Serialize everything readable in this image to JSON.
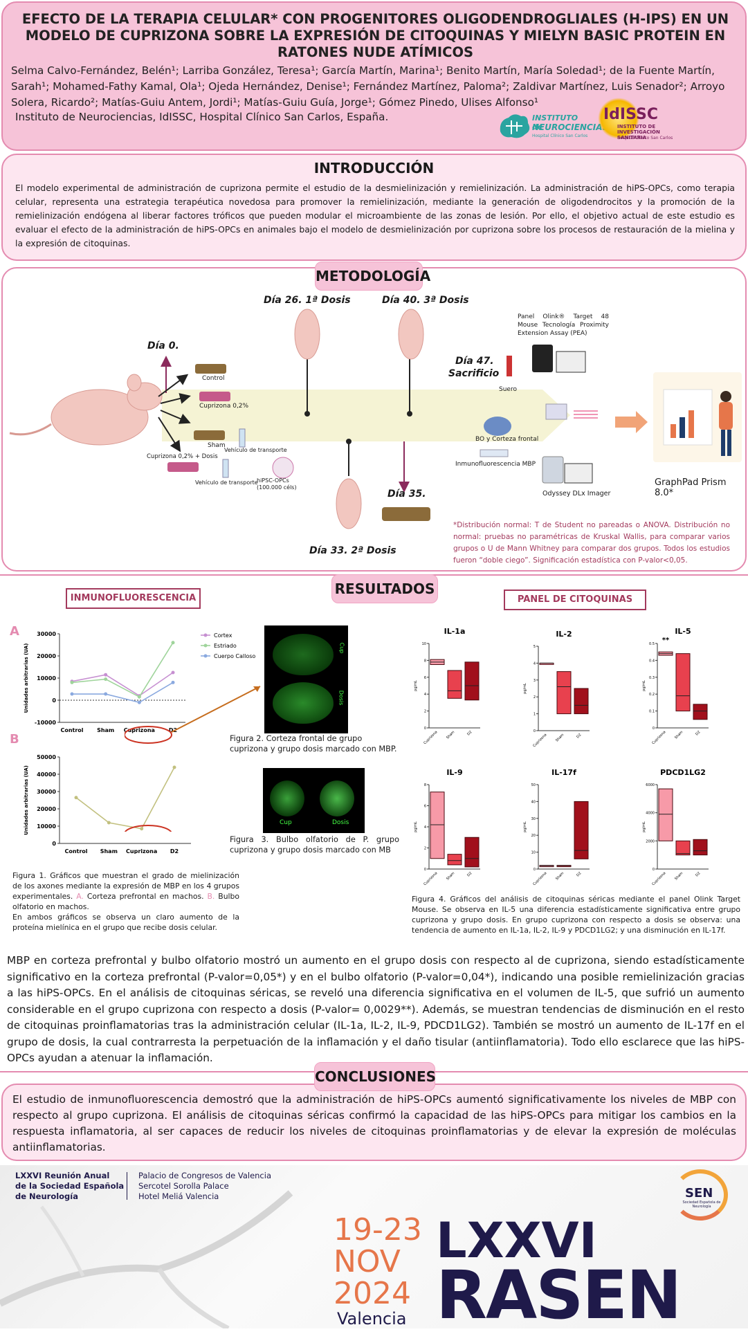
{
  "header": {
    "title": "EFECTO DE LA TERAPIA CELULAR* CON PROGENITORES OLIGODENDROGLIALES (H-IPS) EN UN MODELO DE CUPRIZONA SOBRE LA EXPRESIÓN DE CITOQUINAS Y MIELYN BASIC PROTEIN EN RATONES NUDE ATÍMICOS",
    "authors": "Selma Calvo-Fernández, Belén¹; Larriba González, Teresa¹; García Martín, Marina¹; Benito Martín, María Soledad¹; de la Fuente Martín, Sarah¹; Mohamed-Fathy Kamal, Ola¹; Ojeda Hernández, Denise¹; Fernández Martínez, Paloma²; Zaldivar Martínez, Luis Senador²; Arroyo Solera, Ricardo²; Matías-Guiu Antem, Jordi¹; Matías-Guiu Guía, Jorge¹; Gómez Pinedo, Ulises Alfonso¹",
    "affiliation": "Instituto de Neurociencias, IdISSC, Hospital Clínico San Carlos, España.",
    "logo1_line1": "INSTITUTO de",
    "logo1_line2": "NEUROCIENCIAS",
    "logo1_line3": "Hospital Clínico San Carlos",
    "logo2_main": "IdISSC",
    "logo2_line1": "INSTITUTO DE",
    "logo2_line2": "INVESTIGACIÓN SANITARIA",
    "logo2_line3": "Hospital Clínico San Carlos"
  },
  "intro": {
    "title": "INTRODUCCIÓN",
    "text": "El modelo experimental de administración de cuprizona permite el estudio de la desmielinización y remielinización. La administración de hiPS-OPCs, como terapia celular, representa una estrategia terapéutica novedosa para promover la remielinización, mediante la generación de oligodendrocitos y la promoción de la remielinización endógena al liberar factores tróficos que pueden modular el microambiente de las zonas de lesión. Por ello, el objetivo actual de este estudio es evaluar el efecto de la administración de hiPS-OPCs en animales bajo el modelo de desmielinización por cuprizona sobre los procesos de restauración de la mielina y la expresión de citoquinas."
  },
  "metodologia": {
    "title": "METODOLOGÍA",
    "dia0": "Día 0.",
    "dia26": "Día 26. 1ª Dosis",
    "dia40": "Día 40. 3ª Dosis",
    "dia47": "Día 47.",
    "sacrificio": "Sacrificio",
    "dia35": "Día 35.",
    "dia33": "Día 33. 2ª Dosis",
    "control": "Control",
    "cuprizona": "Cuprizona 0,2%",
    "sham": "Sham",
    "vehiculo": "Vehículo de transporte",
    "cup_dosis": "Cuprizona 0,2% + Dosis",
    "vehiculo2": "Vehículo de transporte",
    "hipsc": "hiPSC-OPCs",
    "hipsc_cells": "(100.000 céls)",
    "suero": "Suero",
    "panel": "Panel Olink® Target 48 Mouse Tecnología Proximity Extension Assay (PEA)",
    "bo": "BO y Corteza frontal",
    "inmuno": "Inmunofluorescencia MBP",
    "odyssey": "Odyssey DLx Imager",
    "graphpad": "GraphPad Prism 8.0*",
    "stats_note": "*Distribución normal: T de Student no pareadas o ANOVA. Distribución no normal: pruebas no paramétricas de Kruskal Wallis, para comparar varios grupos o U de Mann Whitney para comparar dos grupos. Todos los estudios fueron “doble ciego”. Significación estadística con P-valor<0,05."
  },
  "resultados": {
    "title": "RESULTADOS",
    "inmuno_title": "INMUNOFLUORESCENCIA",
    "panel_title": "PANEL DE CITOQUINAS",
    "label_a": "A",
    "label_b": "B",
    "fig2_caption": "Figura 2. Corteza frontal de grupo cuprizona y grupo dosis marcado con MBP.",
    "fig3_caption": "Figura 3. Bulbo olfatorio de P. grupo cuprizona y grupo dosis marcado con MB",
    "img_cup": "Cup",
    "img_dosis": "Dosis",
    "fig1_caption_1": "Figura 1. Gráficos que muestran el grado de mielinización de los axones mediante la expresión de MBP en los 4 grupos experimentales.",
    "fig1_caption_a": "A.",
    "fig1_caption_2": "Corteza prefrontal en machos.",
    "fig1_caption_b": "B.",
    "fig1_caption_3": "Bulbo olfatorio en machos.",
    "fig1_caption_4": "En ambos gráficos se observa un claro aumento de la proteína mielínica en el grupo que recibe dosis celular.",
    "fig4_caption": "Figura 4. Gráficos del análisis de citoquinas séricas mediante el panel Olink Target Mouse. Se observa en IL-5 una diferencia estadísticamente significativa entre grupo cuprizona y grupo dosis. En grupo cuprizona con respecto a dosis se observa: una tendencia de aumento en IL-1a, IL-2, IL-9 y PDCD1LG2; y una disminución en IL-17f.",
    "summary": "MBP en corteza prefrontal y bulbo olfatorio mostró un aumento en el grupo dosis con respecto al de cuprizona, siendo estadísticamente significativo en la corteza prefrontal (P-valor=0,05*) y en el bulbo olfatorio (P-valor=0,04*), indicando una posible remielinización gracias a las hiPS-OPCs. En el análisis de citoquinas séricas, se reveló una diferencia significativa en el volumen de IL-5, que sufrió un aumento considerable en el grupo cuprizona con respecto a dosis (P-valor= 0,0029**). Además, se muestran tendencias de disminución en el resto de citoquinas proinflamatorias tras la administración celular (IL-1a, IL-2, IL-9, PDCD1LG2). También se mostró un aumento de IL-17f en el grupo de dosis, la cual contrarresta la perpetuación de la inflamación y el daño tisular (antiinflamatoria). Todo ello esclarece que las hiPS-OPCs ayudan a atenuar la inflamación."
  },
  "conclusiones": {
    "title": "CONCLUSIONES",
    "text": "El estudio de inmunofluorescencia demostró que la administración de hiPS-OPCs aumentó significativamente los niveles de MBP con respecto al grupo cuprizona. El análisis de citoquinas séricas confirmó la capacidad de las hiPS-OPCs para mitigar los cambios en la respuesta inflamatoria, al ser capaces de reducir los niveles de citoquinas proinflamatorias y de elevar la expresión de moléculas antiinflamatorias."
  },
  "footer": {
    "meeting_1": "LXXVI Reunión Anual",
    "meeting_2": "de la Sociedad Española",
    "meeting_3": "de Neurología",
    "venue_1": "Palacio de Congresos de Valencia",
    "venue_2": "Sercotel Sorolla Palace",
    "venue_3": "Hotel Meliá Valencia",
    "dates": "19-23",
    "month": "NOV",
    "year": "2024",
    "city": "Valencia",
    "roman": "LXXVI",
    "rasen": "RASEN",
    "sen": "SEN",
    "sen_sub": "Sociedad Española de Neurología"
  },
  "colors": {
    "pink_bg": "#f6c3d8",
    "pink_light": "#fde6f0",
    "pink_border": "#e48bb0",
    "accent_red": "#a33a5d",
    "orange": "#e6764a",
    "navy": "#1f1a4a"
  },
  "chart_data": [
    {
      "type": "line",
      "id": "fig1a",
      "categories": [
        "Control",
        "Sham",
        "Cuprizona",
        "D2"
      ],
      "ylabel": "Unidades arbitrarias (UA)",
      "ylim": [
        -10000,
        30000
      ],
      "yticks": [
        -10000,
        0,
        10000,
        20000,
        30000
      ],
      "series": [
        {
          "name": "Cortex",
          "color": "#c68fd1",
          "values": [
            8500,
            11500,
            2000,
            12500
          ]
        },
        {
          "name": "Estriado",
          "color": "#9fd49b",
          "values": [
            8000,
            9500,
            1500,
            26000
          ]
        },
        {
          "name": "Cuerpo Calloso",
          "color": "#8aa9df",
          "values": [
            2800,
            2800,
            -1000,
            8000
          ]
        }
      ]
    },
    {
      "type": "line",
      "id": "fig1b",
      "categories": [
        "Control",
        "Sham",
        "Cuprizona",
        "D2"
      ],
      "ylabel": "Unidades arbitrarias (UA)",
      "ylim": [
        0,
        50000
      ],
      "yticks": [
        0,
        10000,
        20000,
        30000,
        40000,
        50000
      ],
      "series": [
        {
          "color": "#c2c07f",
          "values": [
            26500,
            12000,
            8500,
            44000
          ]
        }
      ]
    },
    {
      "type": "floating-bar",
      "title": "IL-1a",
      "ylabel": "pg/mL",
      "categories": [
        "Cuprizona",
        "Sham",
        "D2"
      ],
      "ylim": [
        0,
        10
      ],
      "yticks": [
        0,
        2,
        4,
        6,
        8,
        10
      ],
      "series": [
        {
          "min": [
            7.5,
            3.5,
            3.3
          ],
          "median": [
            7.8,
            4.4,
            5.0
          ],
          "max": [
            8.1,
            6.8,
            7.8
          ]
        }
      ]
    },
    {
      "type": "floating-bar",
      "title": "IL-2",
      "ylabel": "pg/mL",
      "categories": [
        "Cuprizona",
        "Sham",
        "D2"
      ],
      "ylim": [
        0,
        5
      ],
      "yticks": [
        0,
        1,
        2,
        3,
        4,
        5
      ],
      "series": [
        {
          "min": [
            4.0,
            1.0,
            1.0
          ],
          "median": [
            4.0,
            2.6,
            1.5
          ],
          "max": [
            4.0,
            3.5,
            2.5
          ]
        }
      ]
    },
    {
      "type": "floating-bar",
      "title": "IL-5",
      "ylabel": "pg/mL",
      "categories": [
        "Cuprizona",
        "Sham",
        "D2"
      ],
      "ylim": [
        0,
        0.5
      ],
      "yticks": [
        0,
        0.1,
        0.2,
        0.3,
        0.4,
        0.5
      ],
      "annotation": "**",
      "series": [
        {
          "min": [
            0.43,
            0.1,
            0.05
          ],
          "median": [
            0.44,
            0.19,
            0.1
          ],
          "max": [
            0.45,
            0.44,
            0.14
          ]
        }
      ]
    },
    {
      "type": "floating-bar",
      "title": "IL-9",
      "ylabel": "pg/mL",
      "categories": [
        "Cuprizona",
        "Sham",
        "D2"
      ],
      "ylim": [
        0,
        8
      ],
      "yticks": [
        0,
        2,
        4,
        6,
        8
      ],
      "series": [
        {
          "min": [
            1.0,
            0.4,
            0.2
          ],
          "median": [
            4.2,
            0.8,
            1.0
          ],
          "max": [
            7.3,
            1.4,
            3.0
          ]
        }
      ]
    },
    {
      "type": "floating-bar",
      "title": "IL-17f",
      "ylabel": "pg/mL",
      "categories": [
        "Cuprizona",
        "Sham",
        "D2"
      ],
      "ylim": [
        0,
        50
      ],
      "yticks": [
        0,
        10,
        20,
        30,
        40,
        50
      ],
      "series": [
        {
          "min": [
            2,
            2,
            6
          ],
          "median": [
            2,
            2,
            11
          ],
          "max": [
            2.2,
            2.2,
            40
          ]
        }
      ]
    },
    {
      "type": "floating-bar",
      "title": "PDCD1LG2",
      "ylabel": "pg/mL",
      "categories": [
        "Cuprizona",
        "Sham",
        "D2"
      ],
      "ylim": [
        0,
        6000
      ],
      "yticks": [
        0,
        2000,
        4000,
        6000
      ],
      "series": [
        {
          "min": [
            2000,
            1000,
            1000
          ],
          "median": [
            3900,
            1100,
            1300
          ],
          "max": [
            5700,
            2000,
            2100
          ]
        }
      ]
    }
  ]
}
